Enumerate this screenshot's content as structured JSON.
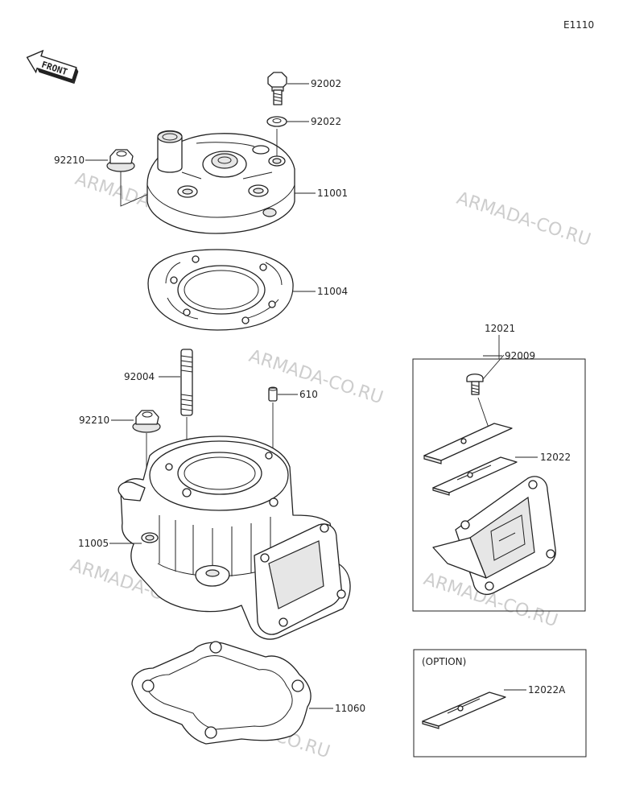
{
  "diagram_code": "E1110",
  "front_label": "FRONT",
  "watermark": "ARMADA-CO.RU",
  "option_label": "(OPTION)",
  "parts": {
    "bolt_top": "92002",
    "washer": "92022",
    "nut_head": "92210",
    "cylinder_head": "11001",
    "head_gasket": "11004",
    "stud": "92004",
    "dowel_pin": "610",
    "nut_cylinder": "92210",
    "cylinder": "11005",
    "base_gasket": "11060",
    "reed_valve_assy": "12021",
    "reed_screw": "92009",
    "reed": "12022",
    "reed_option": "12022A"
  }
}
